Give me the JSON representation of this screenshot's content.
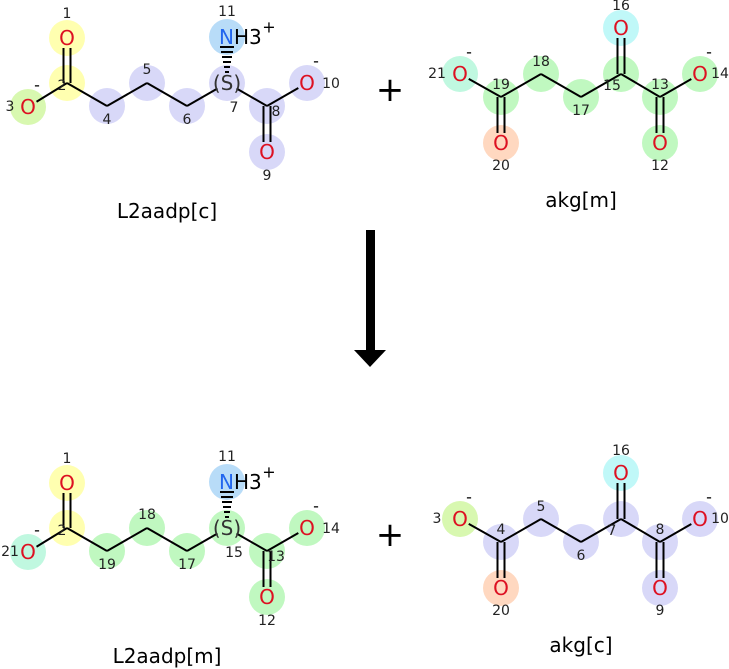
{
  "reaction": {
    "plus_symbol": "+",
    "arrow_icon": "reaction-arrow-down",
    "colors": {
      "bond": "#000000",
      "oxygen": "#dd1122",
      "nitrogen": "#2266ee"
    },
    "reactants": [
      {
        "name": "L2aadp[c]",
        "template": "chain",
        "atoms": [
          {
            "num": "1",
            "symbol": "O",
            "highlight": "#ffffb0"
          },
          {
            "num": "2",
            "symbol": "",
            "highlight": "#ffffb0"
          },
          {
            "num": "3",
            "symbol": "O",
            "charge": "-",
            "highlight": "#d8f8b0"
          },
          {
            "num": "4",
            "symbol": "",
            "highlight": "#d8d8f8"
          },
          {
            "num": "5",
            "symbol": "",
            "highlight": "#d8d8f8"
          },
          {
            "num": "6",
            "symbol": "",
            "highlight": "#d8d8f8"
          },
          {
            "num": "7",
            "symbol": "(S)",
            "highlight": "#d8d8f8"
          },
          {
            "num": "8",
            "symbol": "",
            "highlight": "#d8d8f8"
          },
          {
            "num": "9",
            "symbol": "O",
            "highlight": "#d8d8f8"
          },
          {
            "num": "10",
            "symbol": "O",
            "charge": "-",
            "highlight": "#d8d8f8"
          },
          {
            "num": "11",
            "symbol": "NH3",
            "charge": "+",
            "highlight": "#b8dcf8"
          }
        ]
      },
      {
        "name": "akg[m]",
        "template": "akg",
        "atoms": [
          {
            "num": "21",
            "symbol": "O",
            "charge": "-",
            "highlight": "#c0f8e0"
          },
          {
            "num": "19",
            "symbol": "",
            "highlight": "#c0f8c0"
          },
          {
            "num": "20",
            "symbol": "O",
            "highlight": "#ffd8c0"
          },
          {
            "num": "18",
            "symbol": "",
            "highlight": "#c0f8c0"
          },
          {
            "num": "17",
            "symbol": "",
            "highlight": "#c0f8c0"
          },
          {
            "num": "15",
            "symbol": "",
            "highlight": "#c0f8c0"
          },
          {
            "num": "16",
            "symbol": "O",
            "highlight": "#c0f8f8"
          },
          {
            "num": "13",
            "symbol": "",
            "highlight": "#c0f8c0"
          },
          {
            "num": "12",
            "symbol": "O",
            "highlight": "#c0f8c0"
          },
          {
            "num": "14",
            "symbol": "O",
            "charge": "-",
            "highlight": "#c0f8c0"
          }
        ]
      }
    ],
    "products": [
      {
        "name": "L2aadp[m]",
        "template": "chain",
        "atoms": [
          {
            "num": "1",
            "symbol": "O",
            "highlight": "#ffffb0"
          },
          {
            "num": "2",
            "symbol": "",
            "highlight": "#ffffb0"
          },
          {
            "num": "21",
            "symbol": "O",
            "charge": "-",
            "highlight": "#c0f8e0"
          },
          {
            "num": "19",
            "symbol": "",
            "highlight": "#c0f8c0"
          },
          {
            "num": "18",
            "symbol": "",
            "highlight": "#c0f8c0"
          },
          {
            "num": "17",
            "symbol": "",
            "highlight": "#c0f8c0"
          },
          {
            "num": "15",
            "symbol": "(S)",
            "highlight": "#c0f8c0"
          },
          {
            "num": "13",
            "symbol": "",
            "highlight": "#c0f8c0"
          },
          {
            "num": "12",
            "symbol": "O",
            "highlight": "#c0f8c0"
          },
          {
            "num": "14",
            "symbol": "O",
            "charge": "-",
            "highlight": "#c0f8c0"
          },
          {
            "num": "11",
            "symbol": "NH3",
            "charge": "+",
            "highlight": "#b8dcf8"
          }
        ]
      },
      {
        "name": "akg[c]",
        "template": "akg",
        "atoms": [
          {
            "num": "3",
            "symbol": "O",
            "charge": "-",
            "highlight": "#d8f8b0"
          },
          {
            "num": "4",
            "symbol": "",
            "highlight": "#d8d8f8"
          },
          {
            "num": "20",
            "symbol": "O",
            "highlight": "#ffd8c0"
          },
          {
            "num": "5",
            "symbol": "",
            "highlight": "#d8d8f8"
          },
          {
            "num": "6",
            "symbol": "",
            "highlight": "#d8d8f8"
          },
          {
            "num": "7",
            "symbol": "",
            "highlight": "#d8d8f8"
          },
          {
            "num": "16",
            "symbol": "O",
            "highlight": "#c0f8f8"
          },
          {
            "num": "8",
            "symbol": "",
            "highlight": "#d8d8f8"
          },
          {
            "num": "9",
            "symbol": "O",
            "highlight": "#d8d8f8"
          },
          {
            "num": "10",
            "symbol": "O",
            "charge": "-",
            "highlight": "#d8d8f8"
          }
        ]
      }
    ]
  }
}
